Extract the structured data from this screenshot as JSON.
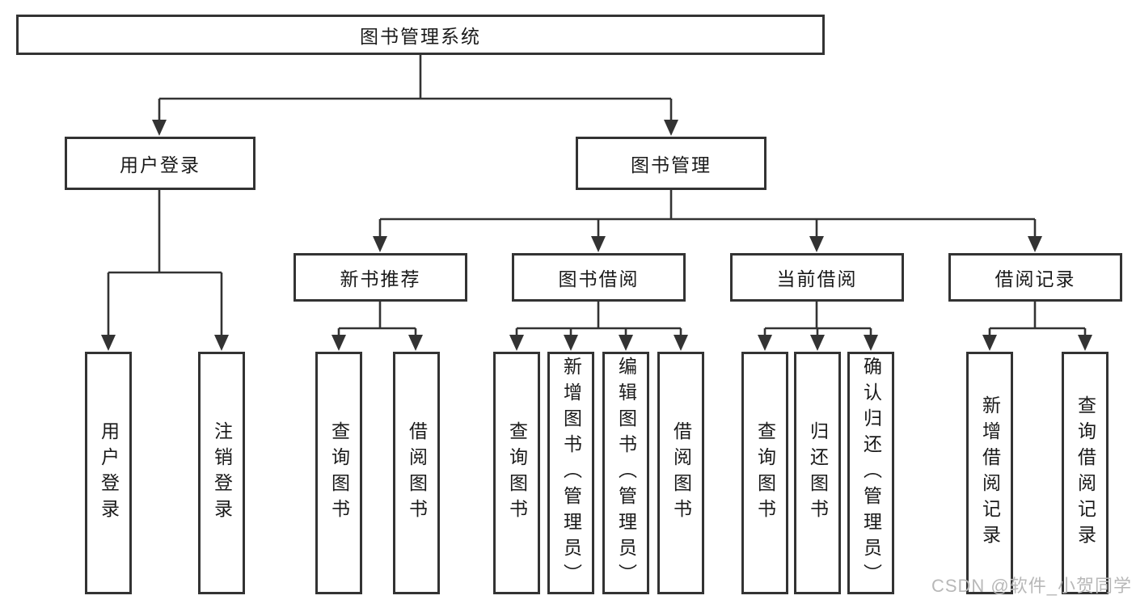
{
  "diagram": {
    "root": "图书管理系统",
    "children": [
      {
        "label": "用户登录",
        "children": [
          "用户登录",
          "注销登录"
        ]
      },
      {
        "label": "图书管理",
        "children": [
          {
            "label": "新书推荐",
            "children": [
              "查询图书",
              "借阅图书"
            ]
          },
          {
            "label": "图书借阅",
            "children": [
              "查询图书",
              "新增图书（管理员）",
              "编辑图书（管理员）",
              "借阅图书"
            ]
          },
          {
            "label": "当前借阅",
            "children": [
              "查询图书",
              "归还图书",
              "确认归还（管理员）"
            ]
          },
          {
            "label": "借阅记录",
            "children": [
              "新增借阅记录",
              "查询借阅记录"
            ]
          }
        ]
      }
    ]
  },
  "watermark": {
    "text": "CSDN @软件_小贺同学"
  },
  "colors": {
    "line": "#333333",
    "text": "#1a1a1a",
    "background": "#ffffff",
    "watermark": "#b8b8b8"
  }
}
